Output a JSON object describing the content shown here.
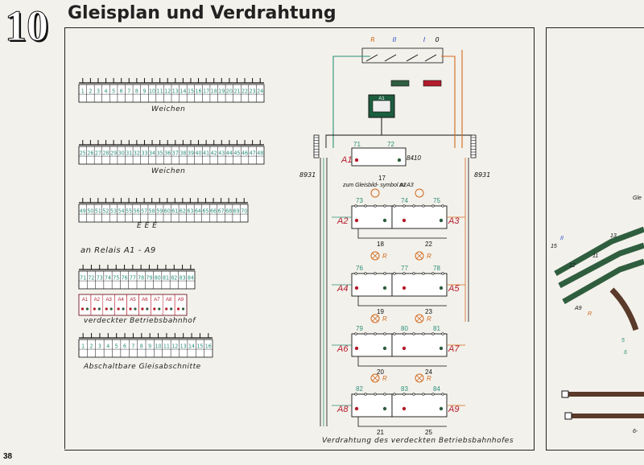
{
  "header": {
    "chapter_number": "10",
    "title": "Gleisplan und Verdrahtung",
    "page_number": "38"
  },
  "terminal_strips": [
    {
      "id": "weichen-1",
      "caption": "Weichen",
      "numbers": [
        "1",
        "2",
        "3",
        "4",
        "5",
        "6",
        "7",
        "8",
        "9",
        "10",
        "11",
        "12",
        "13",
        "14",
        "15",
        "16",
        "17",
        "18",
        "19",
        "20",
        "21",
        "22",
        "23",
        "24"
      ]
    },
    {
      "id": "weichen-2",
      "caption": "Weichen",
      "numbers": [
        "25",
        "26",
        "27",
        "28",
        "29",
        "30",
        "31",
        "32",
        "33",
        "34",
        "35",
        "36",
        "37",
        "38",
        "39",
        "40",
        "41",
        "42",
        "43",
        "44",
        "45",
        "46",
        "47",
        "48"
      ]
    },
    {
      "id": "eee",
      "caption": "E E E",
      "numbers": [
        "49",
        "50",
        "51",
        "52",
        "53",
        "54",
        "55",
        "56",
        "57",
        "58",
        "59",
        "60",
        "61",
        "62",
        "63",
        "64",
        "65",
        "66",
        "67",
        "68",
        "69",
        "70"
      ]
    },
    {
      "id": "relais",
      "title": "an Relais A1 - A9",
      "numbers": [
        "71",
        "72",
        "73",
        "74",
        "75",
        "76",
        "77",
        "78",
        "79",
        "80",
        "81",
        "82",
        "83",
        "84"
      ]
    },
    {
      "id": "verdeckter",
      "caption": "verdeckter Betriebsbahnhof",
      "relays": [
        "A1",
        "A2",
        "A3",
        "A4",
        "A5",
        "A6",
        "A7",
        "A8",
        "A9"
      ]
    },
    {
      "id": "abschalt",
      "caption": "Abschaltbare Gleisabschnitte",
      "numbers": [
        "1",
        "2",
        "3",
        "4",
        "5",
        "6",
        "7",
        "8",
        "9",
        "10",
        "11",
        "12",
        "13",
        "14",
        "15",
        "16"
      ]
    }
  ],
  "wiring_diagram": {
    "caption": "Verdrahtung des verdeckten Betriebsbahnhofes",
    "top_labels": [
      "R",
      "II",
      "I",
      "0"
    ],
    "left_connector": "8931",
    "right_connector": "8931",
    "relay_code": "8410",
    "small_relay": "A1",
    "note_left": "zum Gleisbild- symbol A2",
    "note_right": "zu A3",
    "relays": [
      {
        "label": "A1",
        "top_left": "71",
        "top_right": "72",
        "bottom": "17"
      },
      {
        "label": "A2",
        "top_left": "73",
        "top_right": "74",
        "bottom": "18"
      },
      {
        "label": "A3",
        "top_left": "75",
        "bottom": "22"
      },
      {
        "label": "A4",
        "top_left": "76",
        "top_right": "77",
        "bottom": "19"
      },
      {
        "label": "A5",
        "top_left": "78",
        "bottom": "23"
      },
      {
        "label": "A6",
        "top_left": "79",
        "top_right": "80",
        "bottom": "20"
      },
      {
        "label": "A7",
        "top_left": "81",
        "bottom": "24"
      },
      {
        "label": "A8",
        "top_left": "82",
        "top_right": "83",
        "bottom": "21"
      },
      {
        "label": "A9",
        "top_left": "84",
        "bottom": "25"
      }
    ],
    "resistor_label": "R"
  },
  "right_panel": {
    "labels": [
      "15",
      "II",
      "12",
      "11",
      "13",
      "A9",
      "R",
      "5",
      "6",
      "6-",
      "Gle"
    ]
  },
  "colors": {
    "teal": "#2a8f7a",
    "orange": "#d2691e",
    "blue": "#2a4fc8",
    "red": "#b31b2a",
    "dark_green": "#2f5e3f",
    "brown_track": "#5a3a2a"
  }
}
